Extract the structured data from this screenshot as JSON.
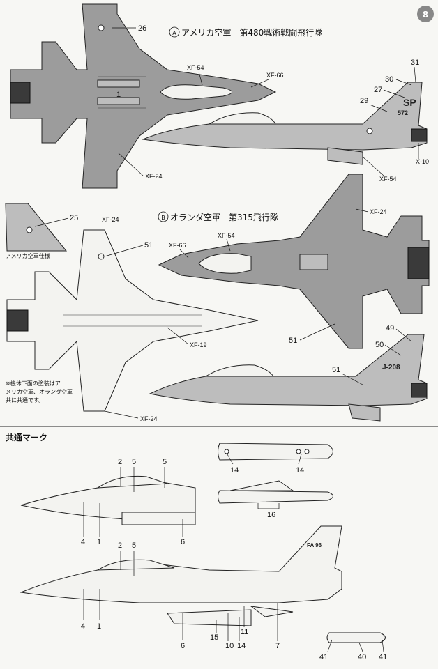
{
  "header": {
    "sheet_mark": "8"
  },
  "section_a": {
    "title_circle": "A",
    "title": "アメリカ空軍　第480戦術戦闘飛行隊",
    "labels": {
      "l26": "26",
      "l31": "31",
      "l30": "30",
      "l27": "27",
      "l29": "29",
      "xf54_top": "XF-54",
      "xf66_top": "XF-66",
      "xf24_a": "XF-24",
      "xf54_side": "XF-54",
      "x10": "X-10"
    },
    "tail_code": "SP",
    "serial": "572",
    "cockpit_code": "1"
  },
  "section_b": {
    "title_circle": "B",
    "title": "オランダ空軍　第315飛行隊",
    "labels": {
      "l25": "25",
      "xf24_wing": "XF-24",
      "l51_a": "51",
      "xf66": "XF-66",
      "xf54": "XF-54",
      "xf24_r": "XF-24",
      "xf19": "XF-19",
      "l51_b": "51",
      "l49": "49",
      "l50": "50",
      "l51_c": "51",
      "xf24_bottom": "XF-24"
    },
    "us_spec_caption": "アメリカ空軍仕様",
    "serial": "J-208",
    "note_lines": [
      "※機体下面の塗装はア",
      "メリカ空軍、オランダ空軍",
      "共に共通です。"
    ]
  },
  "common": {
    "title": "共通マーク",
    "labels": {
      "c2a": "2",
      "c5a": "5",
      "c5b": "5",
      "c4a": "4",
      "c1a": "1",
      "c6a": "6",
      "c2b": "2",
      "c5c": "5",
      "c4b": "4",
      "c1b": "1",
      "c6b": "6",
      "c15": "15",
      "c10": "10",
      "c14c": "14",
      "c11": "11",
      "c7": "7",
      "c14a": "14",
      "c14b": "14",
      "c16": "16",
      "c41a": "41",
      "c40": "40",
      "c41b": "41"
    },
    "tail_mark": "FA 96"
  },
  "colors": {
    "camo_gray": "#9c9c9c",
    "light_gray": "#bdbdbd",
    "line": "#222222",
    "paper": "#f7f7f4"
  }
}
